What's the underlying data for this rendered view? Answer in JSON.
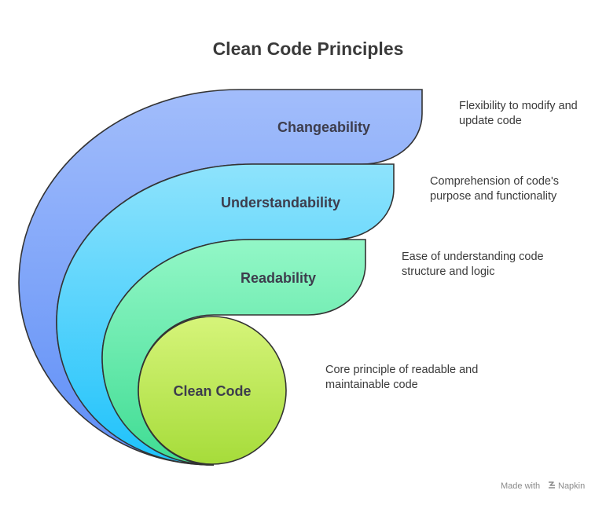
{
  "title": "Clean Code Principles",
  "layers": [
    {
      "label": "Changeability",
      "description": [
        "Flexibility to modify and",
        "update code"
      ],
      "color_top": "#a2bdfb",
      "color_bottom": "#5e8ef7"
    },
    {
      "label": "Understandability",
      "description": [
        "Comprehension of code's",
        "purpose and functionality"
      ],
      "color_top": "#8ee3fc",
      "color_bottom": "#1ec2fb"
    },
    {
      "label": "Readability",
      "description": [
        "Ease of understanding code",
        "structure and logic"
      ],
      "color_top": "#93f7c7",
      "color_bottom": "#3fdc93"
    },
    {
      "label": "Clean Code",
      "description": [
        "Core principle of readable and",
        "maintainable code"
      ],
      "color_top": "#d6f47a",
      "color_bottom": "#a6dc3a"
    }
  ],
  "footer": {
    "made_with": "Made with",
    "brand": "Napkin",
    "logo_icon": "napkin-logo-icon"
  }
}
